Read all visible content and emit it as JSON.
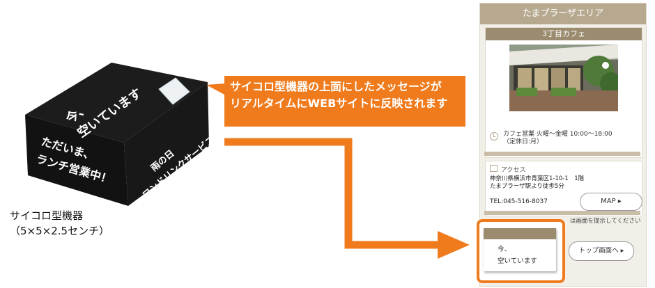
{
  "device": {
    "top_text": "今、\n空いています",
    "front_text": "ただいま、\nランチ営業中！",
    "side_text": "雨の日\nワンドリンクサービス",
    "caption": "サイコロ型機器\n（5×5×2.5センチ）"
  },
  "callout": {
    "text": "サイコロ型機器の上面にしたメッセージが\nリアルタイムにWEBサイトに反映されます",
    "color": "#f07b1d"
  },
  "phone": {
    "header": "たまプラーザエリア",
    "cafe_name": "3丁目カフェ",
    "hours": "カフェ営業 火曜～金曜 10:00～18:00\n（定休日:月）",
    "access_label": "アクセス",
    "address": "神奈川県横浜市青葉区1-10-1　1階\nたまプラーザ駅より徒歩5分",
    "tel": "TEL:045-516-8037",
    "map_button": "MAP ▸",
    "notice": "は画面を提示してください",
    "top_button": "トップ画面へ ▸",
    "message": "今、\n空いています"
  },
  "colors": {
    "accent": "#f07b1d",
    "header": "#b7a98f",
    "title_bar": "#9b8c70"
  },
  "icons": [
    "clock-icon",
    "building-icon",
    "photo"
  ]
}
